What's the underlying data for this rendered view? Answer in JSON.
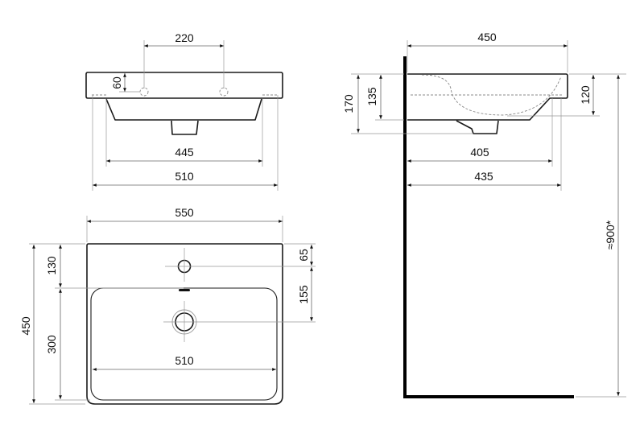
{
  "front_view": {
    "tap_spacing": "220",
    "rim_height": "60",
    "bowl_width": "445",
    "overall_width": "510"
  },
  "side_view": {
    "depth": "450",
    "total_height": "170",
    "bowl_height": "135",
    "rim_to_slope": "120",
    "bowl_depth": "405",
    "outlet_depth": "435",
    "mounting_height": "≈900*"
  },
  "plan_view": {
    "overall_width": "550",
    "overall_depth": "450",
    "back_to_basin": "130",
    "basin_depth": "300",
    "back_to_tap": "65",
    "tap_to_drain": "155",
    "basin_width": "510"
  }
}
